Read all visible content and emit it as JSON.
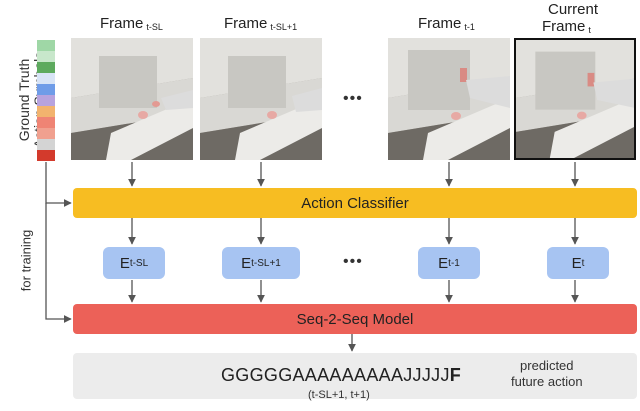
{
  "frames": [
    {
      "label": "Frame",
      "sub": "t-SL",
      "current": false
    },
    {
      "label": "Frame",
      "sub": "t-SL+1",
      "current": false
    },
    {
      "label": "Frame",
      "sub": "t-1",
      "current": false
    },
    {
      "label": "Current Frame",
      "sub": "t",
      "current": true
    }
  ],
  "frame_current_line1": "Current",
  "frame_current_line2": "Frame",
  "ellipsis": "•••",
  "ground_truth_label_line1": "Ground Truth",
  "ground_truth_label_line2": "Action Symbols",
  "ground_truth_colors": [
    "#9fd7a6",
    "#c8e7cb",
    "#5daa5e",
    "#d8e4f6",
    "#6f9ce8",
    "#b7a3de",
    "#f2b36e",
    "#ef8474",
    "#f0a08f",
    "#d4d4d4",
    "#d33a2c"
  ],
  "for_training_label": "for training",
  "action_classifier_label": "Action Classifier",
  "embeddings": [
    {
      "main": "E",
      "sub": "t-SL"
    },
    {
      "main": "E",
      "sub": "t-SL+1"
    },
    {
      "main": "E",
      "sub": "t-1"
    },
    {
      "main": "E",
      "sub": "t"
    }
  ],
  "seq2seq_label": "Seq-2-Seq Model",
  "output_sequence_prefix": "GGGGGAAAAAAAAAJJJJJ",
  "output_sequence_last": "F",
  "output_range": "(t-SL+1, t+1)",
  "predicted_line1": "predicted",
  "predicted_line2": "future action",
  "colors": {
    "classifier": "#f7bd22",
    "seq2seq": "#ec6158",
    "embedding": "#a7c4f2",
    "output_bg": "#ececec",
    "arrow": "#555555"
  }
}
